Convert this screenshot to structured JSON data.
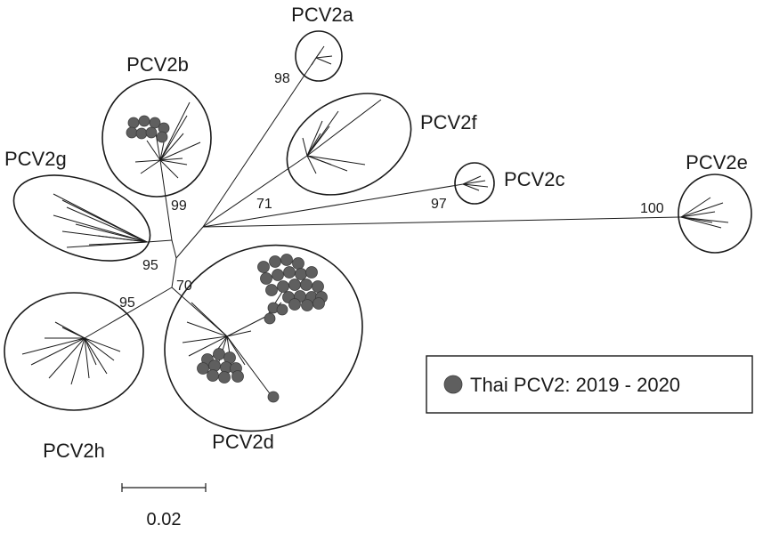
{
  "clades": [
    {
      "id": "a",
      "label": "PCV2a",
      "bootstrap": "98"
    },
    {
      "id": "b",
      "label": "PCV2b",
      "bootstrap": "99"
    },
    {
      "id": "c",
      "label": "PCV2c",
      "bootstrap": "97"
    },
    {
      "id": "d",
      "label": "PCV2d",
      "bootstrap": "70"
    },
    {
      "id": "e",
      "label": "PCV2e",
      "bootstrap": "100"
    },
    {
      "id": "f",
      "label": "PCV2f",
      "bootstrap": "71"
    },
    {
      "id": "g",
      "label": "PCV2g",
      "bootstrap": "95"
    },
    {
      "id": "h",
      "label": "PCV2h",
      "bootstrap": "95"
    }
  ],
  "legend": {
    "label": "Thai PCV2: 2019 - 2020",
    "marker_color": "#5f5f5f"
  },
  "scale_bar": {
    "label": "0.02"
  }
}
